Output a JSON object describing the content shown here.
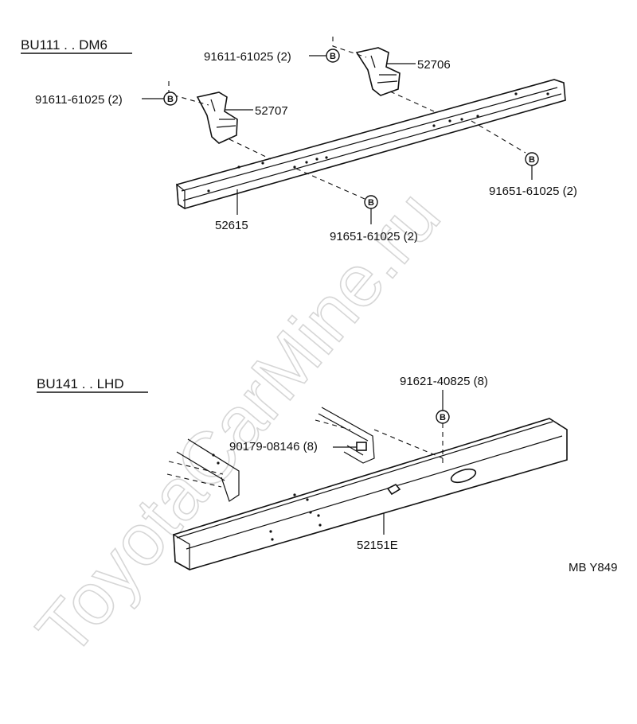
{
  "watermark": "ToyotaCarMine.ru",
  "diagram_code": "MB Y849",
  "sections": [
    {
      "header": "BU111 . . DM6",
      "labels": {
        "bolt_a": "91611-61025 (2)",
        "bolt_b": "91611-61025 (2)",
        "bracket_rear": "52706",
        "bracket_front": "52707",
        "nut_a": "91651-61025 (2)",
        "nut_b": "91651-61025 (2)",
        "rail": "52615"
      }
    },
    {
      "header": "BU141 . . LHD",
      "labels": {
        "bolt": "91621-40825 (8)",
        "nut": "90179-08146 (8)",
        "crossmember": "52151E"
      }
    }
  ],
  "callout_symbol": "B"
}
